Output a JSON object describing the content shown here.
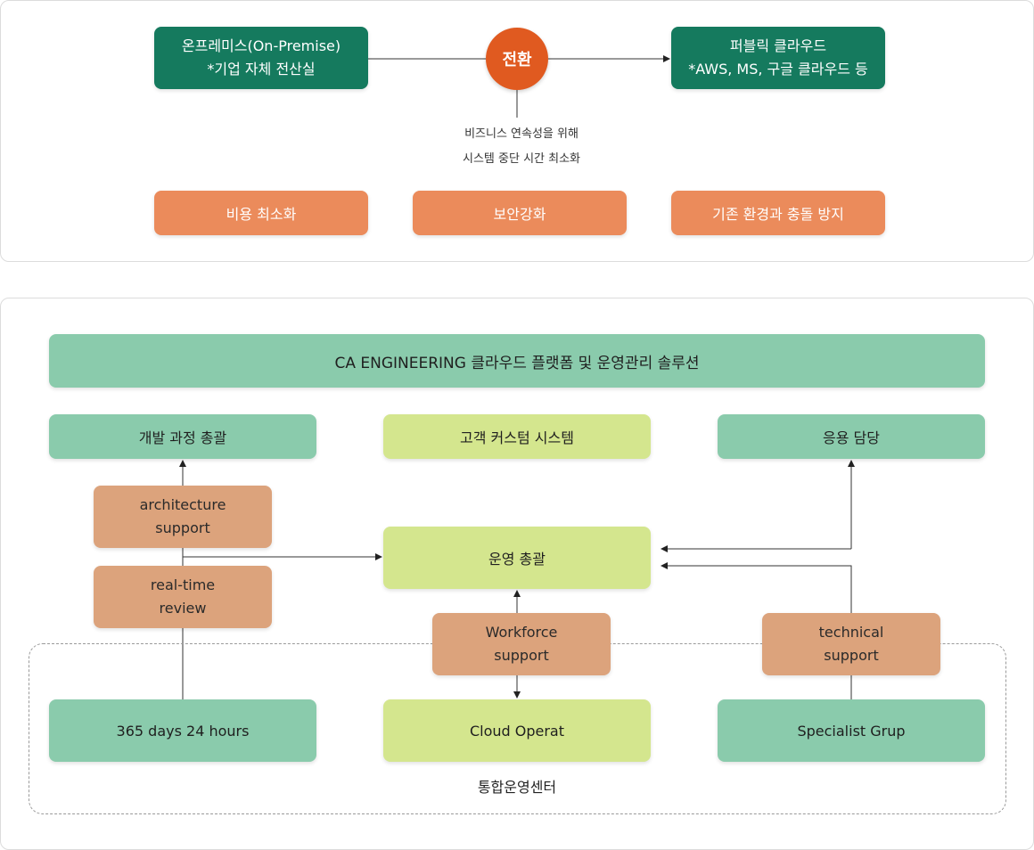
{
  "top": {
    "onpremise": {
      "line1": "온프레미스(On-Premise)",
      "line2": "*기업 자체 전산실"
    },
    "transition": "전환",
    "public_cloud": {
      "line1": "퍼블릭 클라우드",
      "line2": "*AWS, MS, 구글 클라우드 등"
    },
    "caption": {
      "line1": "비즈니스 연속성을 위해",
      "line2": "시스템 중단 시간 최소화"
    },
    "goals": [
      "비용 최소화",
      "보안강화",
      "기존 환경과 충돌 방지"
    ]
  },
  "bottom": {
    "title": "CA ENGINEERING 클라우드 플랫폼 및 운영관리 솔루션",
    "dev_lead": "개발 과정 총괄",
    "custom_system": "고객 커스텀 시스템",
    "app_lead": "응용 담당",
    "ops_lead": "운영 총괄",
    "architecture": {
      "line1": "architecture",
      "line2": "support"
    },
    "realtime": {
      "line1": "real-time",
      "line2": "review"
    },
    "workforce": {
      "line1": "Workforce",
      "line2": "support"
    },
    "technical": {
      "line1": "technical",
      "line2": "support"
    },
    "days": "365 days 24 hours",
    "cloud_operat": "Cloud Operat",
    "specialist": "Specialist Grup",
    "center_label": "통합운영센터"
  },
  "colors": {
    "dark_green": "#157a5e",
    "orange": "#eb8b5b",
    "transition_circle": "#e05a20",
    "mint": "#8acbac",
    "lime": "#d4e68e",
    "tan": "#dca37c"
  }
}
